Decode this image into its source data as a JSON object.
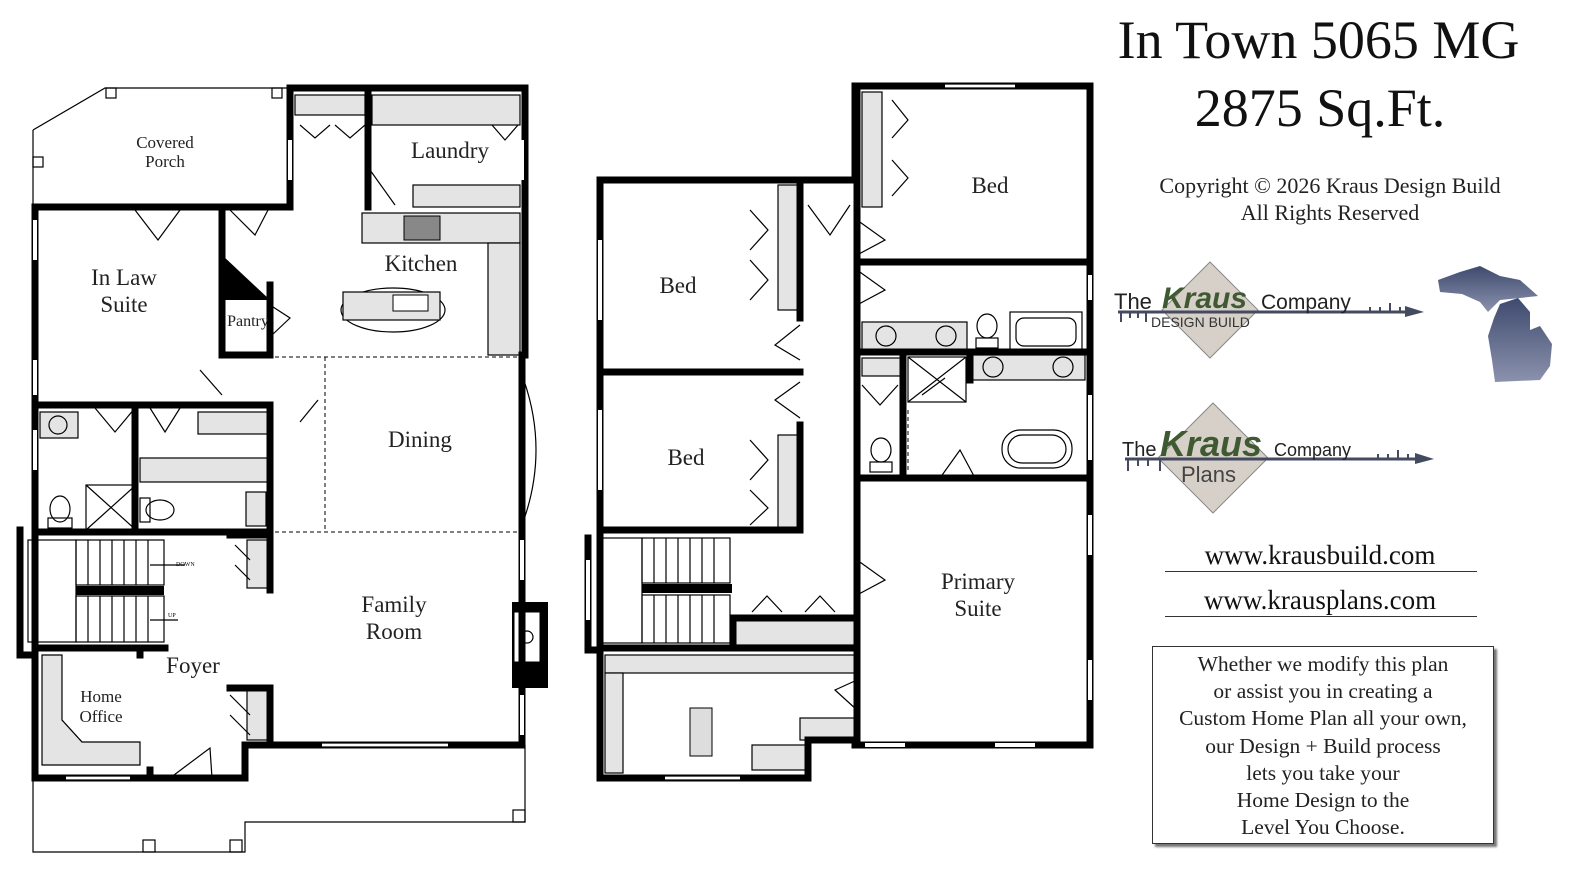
{
  "header": {
    "plan_name": "In Town 5065 MG",
    "square_footage": "2875 Sq.Ft.",
    "copyright_line1": "Copyright © 2026 Kraus Design Build",
    "copyright_line2": "All Rights Reserved"
  },
  "logos": {
    "design_build": {
      "the": "The",
      "kraus": "Kraus",
      "company": "Company",
      "sub": "DESIGN BUILD"
    },
    "plans": {
      "the": "The",
      "kraus": "Kraus",
      "company": "Company",
      "sub": "Plans"
    },
    "brand_green": "#3f5a32",
    "michigan_color": "#56607f"
  },
  "links": {
    "build_url": "www.krausbuild.com",
    "plans_url": "www.krausplans.com"
  },
  "info_box": {
    "lines": [
      "Whether we modify this plan",
      "or assist you in creating a",
      "Custom Home Plan all your own,",
      "our Design + Build process",
      "lets you take your",
      "Home Design to the",
      "Level You Choose."
    ]
  },
  "first_floor": {
    "rooms": {
      "covered_porch": [
        "Covered",
        "Porch"
      ],
      "laundry": "Laundry",
      "in_law_suite": [
        "In Law",
        "Suite"
      ],
      "kitchen": "Kitchen",
      "pantry": "Pantry",
      "dining": "Dining",
      "family_room": [
        "Family",
        "Room"
      ],
      "foyer": "Foyer",
      "home_office": [
        "Home",
        "Office"
      ]
    },
    "stair_labels": {
      "down": "DOWN",
      "up": "UP"
    }
  },
  "second_floor": {
    "rooms": {
      "bed_top_right": "Bed",
      "bed_upper_left": "Bed",
      "bed_lower_left": "Bed",
      "primary_suite": [
        "Primary",
        "Suite"
      ]
    }
  }
}
